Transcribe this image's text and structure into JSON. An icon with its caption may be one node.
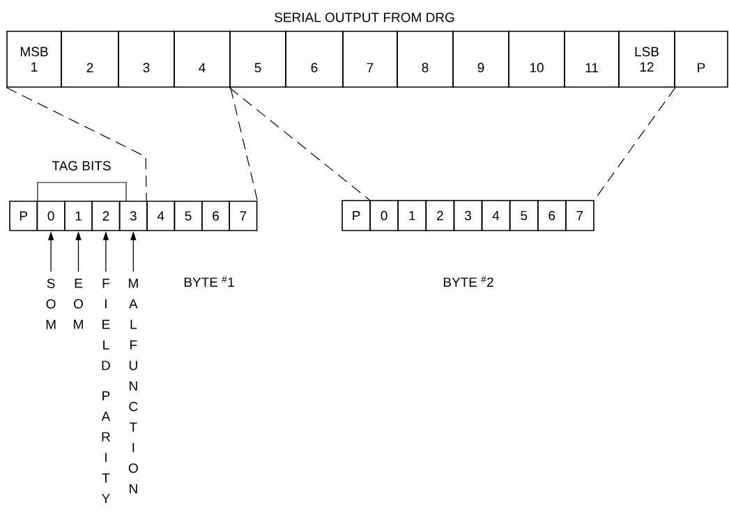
{
  "diagram": {
    "title": "SERIAL OUTPUT FROM DRG",
    "nodes": [
      {
        "text": [
          "MSB",
          "1"
        ]
      },
      {
        "text": [
          "2"
        ]
      },
      {
        "text": [
          "3"
        ]
      },
      {
        "text": [
          "4"
        ]
      },
      {
        "text": [
          "5"
        ]
      },
      {
        "text": [
          "6"
        ]
      },
      {
        "text": [
          "7"
        ]
      },
      {
        "text": [
          "8"
        ]
      },
      {
        "text": [
          "9"
        ]
      },
      {
        "text": [
          "10"
        ]
      },
      {
        "text": [
          "11"
        ]
      },
      {
        "text": [
          "LSB",
          "12"
        ]
      },
      {
        "text": [
          "P"
        ]
      },
      {
        "text": [
          "P"
        ]
      },
      {
        "text": [
          "0"
        ]
      },
      {
        "text": [
          "1"
        ]
      },
      {
        "text": [
          "2"
        ]
      },
      {
        "text": [
          "3"
        ]
      },
      {
        "text": [
          "4"
        ]
      },
      {
        "text": [
          "5"
        ]
      },
      {
        "text": [
          "6"
        ]
      },
      {
        "text": [
          "7"
        ]
      },
      {
        "text": [
          "P"
        ]
      },
      {
        "text": [
          "0"
        ]
      },
      {
        "text": [
          "1"
        ]
      },
      {
        "text": [
          "2"
        ]
      },
      {
        "text": [
          "3"
        ]
      },
      {
        "text": [
          "4"
        ]
      },
      {
        "text": [
          "5"
        ]
      },
      {
        "text": [
          "6"
        ]
      },
      {
        "text": [
          "7"
        ]
      },
      {
        "text": [
          "SOM"
        ]
      },
      {
        "text": [
          "EOM"
        ]
      },
      {
        "text": [
          "FIELD PARITY"
        ]
      },
      {
        "text": [
          "MALFUNCTION"
        ]
      }
    ],
    "edges": [
      {
        "from": 31,
        "to": 14,
        "arrow": "to"
      },
      {
        "from": 32,
        "to": 15,
        "arrow": "to"
      },
      {
        "from": 33,
        "to": 16,
        "arrow": "to"
      },
      {
        "from": 34,
        "to": 17,
        "arrow": "to"
      },
      {
        "from": 0,
        "to": 18,
        "arrow": "none",
        "style": "dashed"
      },
      {
        "from": 3,
        "to": 21,
        "arrow": "none",
        "style": "dashed"
      },
      {
        "from": 4,
        "to": 23,
        "arrow": "none",
        "style": "dashed"
      },
      {
        "from": 11,
        "to": 30,
        "arrow": "none",
        "style": "dashed"
      }
    ],
    "labels": [
      "TAG BITS",
      "BYTE $^{#}$1",
      "BYTE $^{#}$2"
    ]
  }
}
